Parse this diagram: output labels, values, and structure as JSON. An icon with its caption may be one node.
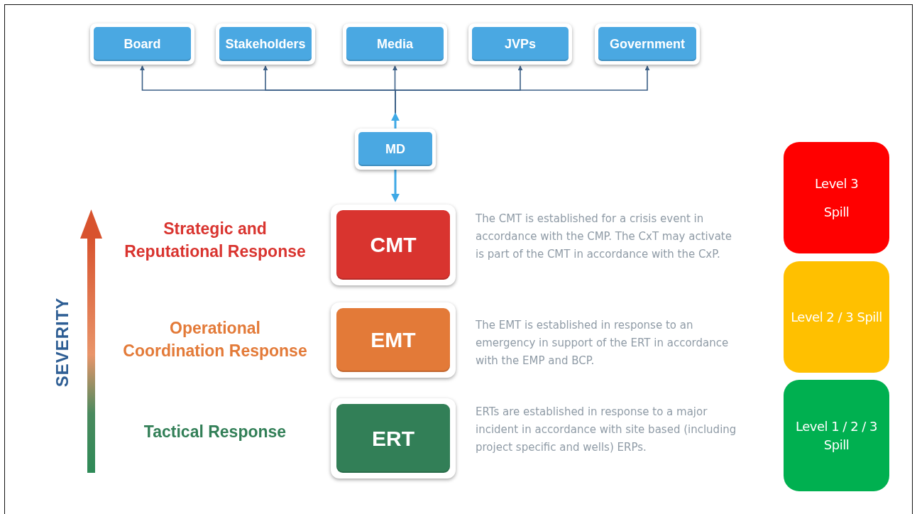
{
  "diagram": {
    "nodes": [
      {
        "text": [
          "Board"
        ]
      },
      {
        "text": [
          "Stakeholders"
        ]
      },
      {
        "text": [
          "Media"
        ]
      },
      {
        "text": [
          "JVPs"
        ]
      },
      {
        "text": [
          "Government"
        ]
      },
      {
        "text": [
          "MD"
        ]
      },
      {
        "text": [
          "CMT"
        ],
        "beside": [
          "Strategic and Reputational Response",
          "The CMT is established for a crisis event in accordance with the CMP. The CxT may activate is part of the CMT in accordance with the CxP."
        ]
      },
      {
        "text": [
          "EMT"
        ],
        "beside": [
          "Operational Coordination Response",
          "The EMT is established in response to an emergency in support of the ERT in accordance with the EMP and BCP."
        ]
      },
      {
        "text": [
          "ERT"
        ],
        "beside": [
          "Tactical Response",
          "ERTs are established in response to a major incident in accordance with site based (including project specific and wells) ERPs."
        ]
      },
      {
        "text": [
          "Level 3",
          "Spill"
        ]
      },
      {
        "text": [
          "Level 2 / 3 Spill"
        ]
      },
      {
        "text": [
          "Level 1 / 2 / 3 Spill"
        ]
      }
    ],
    "edges": [
      {
        "from": 5,
        "to": 0,
        "arrow": "to"
      },
      {
        "from": 5,
        "to": 1,
        "arrow": "to"
      },
      {
        "from": 5,
        "to": 2,
        "arrow": "to"
      },
      {
        "from": 5,
        "to": 3,
        "arrow": "to"
      },
      {
        "from": 5,
        "to": 4,
        "arrow": "to"
      },
      {
        "from": 5,
        "to": 6,
        "arrow": "to",
        "color": "#3fa9e6"
      }
    ],
    "labels": [
      "SEVERITY"
    ]
  }
}
